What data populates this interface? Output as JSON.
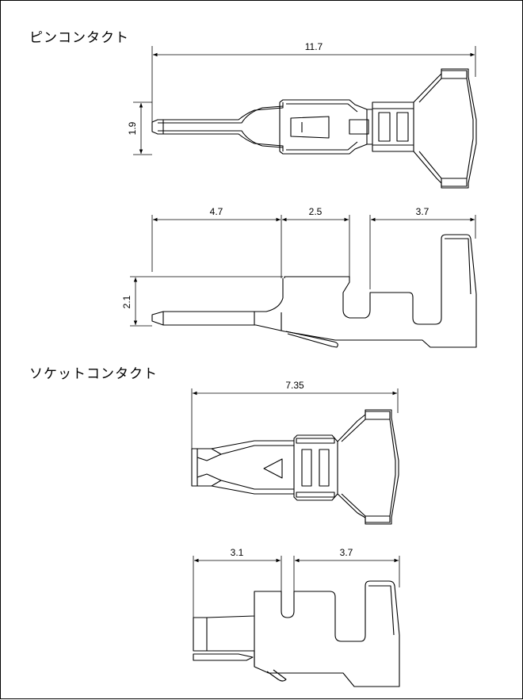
{
  "sections": {
    "pin_contact": {
      "title": "ピンコンタクト"
    },
    "socket_contact": {
      "title": "ソケットコンタクト"
    }
  },
  "dimensions": {
    "pin_total_length": "11.7",
    "pin_width": "1.9",
    "pin_side_front": "4.7",
    "pin_side_mid": "2.5",
    "pin_side_rear": "3.7",
    "pin_side_height": "2.1",
    "socket_total_length": "7.35",
    "socket_side_front": "3.1",
    "socket_side_rear": "3.7"
  }
}
